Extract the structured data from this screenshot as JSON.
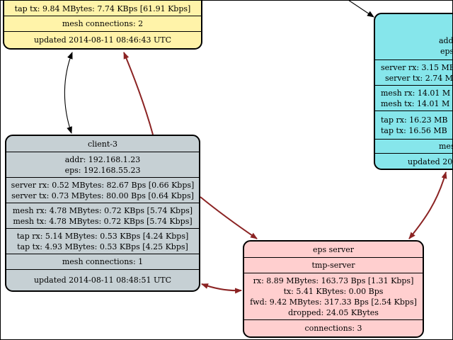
{
  "colors": {
    "client2_fill": "#fff3a9",
    "client3_fill": "#c6d0d4",
    "eps_server_fill": "#ffcfcf",
    "cyan_node_fill": "#86e6eb",
    "red_edge": "#8b2323",
    "black_edge": "#000000"
  },
  "client2": {
    "tap_tx": "tap tx: 9.84 MBytes: 7.74 KBps [61.91 Kbps]",
    "mesh_connections": "mesh connections: 2",
    "updated": "updated 2014-08-11 08:46:43 UTC"
  },
  "client3": {
    "name": "client-3",
    "addr": "addr: 192.168.1.23",
    "eps": "eps: 192.168.55.23",
    "server_rx": "server rx: 0.52 MBytes: 82.67 Bps [0.66 Kbps]",
    "server_tx": "server tx: 0.73 MBytes: 80.00 Bps [0.64 Kbps]",
    "mesh_rx": "mesh rx: 4.78 MBytes: 0.72 KBps [5.74 Kbps]",
    "mesh_tx": "mesh tx: 4.78 MBytes: 0.72 KBps [5.74 Kbps]",
    "tap_rx": "tap rx: 5.14 MBytes: 0.53 KBps [4.24 Kbps]",
    "tap_tx": "tap tx: 4.93 MBytes: 0.53 KBps [4.25 Kbps]",
    "mesh_connections": "mesh connections: 1",
    "updated": "updated 2014-08-11 08:48:51 UTC"
  },
  "eps_server": {
    "name": "eps server",
    "server_name": "tmp-server",
    "rx": "rx: 8.89 MBytes: 163.73 Bps [1.31 Kbps]",
    "tx": "tx: 5.41 KBytes: 0.00 Bps",
    "fwd": "fwd: 9.42 MBytes: 317.33 Bps [2.54 Kbps]",
    "dropped": "dropped: 24.05 KBytes",
    "connections": "connections: 3"
  },
  "cyan_node": {
    "addr": "addr",
    "eps": "eps",
    "server_rx": "server rx: 3.15 MB",
    "server_tx": "server tx: 2.74 M",
    "mesh_rx": "mesh rx: 14.01 M",
    "mesh_tx": "mesh tx: 14.01 M",
    "tap_rx": "tap rx: 16.23 MB",
    "tap_tx": "tap tx: 16.56 MB",
    "mesh_connections": "mes",
    "updated": "updated 20"
  }
}
